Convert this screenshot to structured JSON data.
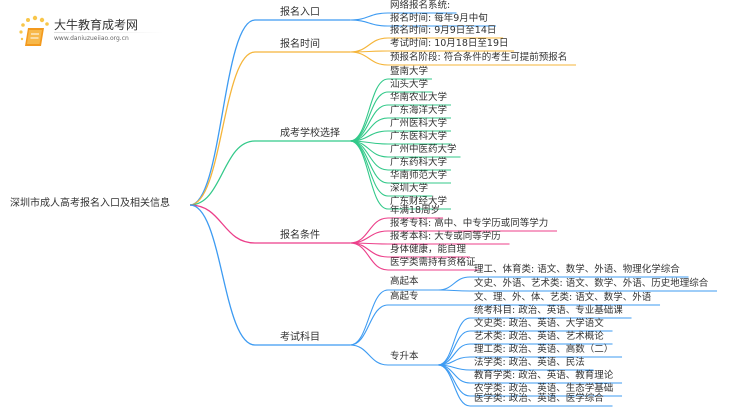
{
  "logo": {
    "title": "大牛教育成考网",
    "url": "www.daniuzueiiao.org.cn",
    "icon": "book-icon",
    "accent": "#f5a623"
  },
  "colors": {
    "blue": "#3d9bf2",
    "orange": "#f5b53a",
    "green": "#33c98a",
    "pink": "#ec3f8a"
  },
  "root": {
    "label": "深圳市成人高考报名入口及相关信息"
  },
  "branches": [
    {
      "label": "报名入口",
      "color": "blue",
      "children": [
        {
          "label": "网络报名系统:"
        },
        {
          "label": "报名时间: 每年9月中旬"
        }
      ]
    },
    {
      "label": "报名时间",
      "color": "orange",
      "children": [
        {
          "label": "报名时间: 9月9日至14日"
        },
        {
          "label": "考试时间: 10月18日至19日"
        },
        {
          "label": "预报名阶段: 符合条件的考生可提前预报名"
        }
      ]
    },
    {
      "label": "成考学校选择",
      "color": "green",
      "children": [
        {
          "label": "暨南大学"
        },
        {
          "label": "汕头大学"
        },
        {
          "label": "华南农业大学"
        },
        {
          "label": "广东海洋大学"
        },
        {
          "label": "广州医科大学"
        },
        {
          "label": "广东医科大学"
        },
        {
          "label": "广州中医药大学"
        },
        {
          "label": "广东药科大学"
        },
        {
          "label": "华南师范大学"
        },
        {
          "label": "深圳大学"
        },
        {
          "label": "广东财经大学"
        }
      ]
    },
    {
      "label": "报名条件",
      "color": "pink",
      "children": [
        {
          "label": "年满18周岁"
        },
        {
          "label": "报考专科: 高中、中专学历或同等学力"
        },
        {
          "label": "报考本科: 大专或同等学历"
        },
        {
          "label": "身体健康，能自理"
        },
        {
          "label": "医学类需持有资格证"
        }
      ]
    },
    {
      "label": "考试科目",
      "color": "blue",
      "children": [
        {
          "label": "高起本",
          "children": [
            {
              "label": "理工、体育类: 语文、数学、外语、物理化学综合"
            },
            {
              "label": "文史、外语、艺术类: 语文、数学、外语、历史地理综合"
            }
          ]
        },
        {
          "label": "高起专",
          "children": [
            {
              "label": "文、理、外、体、艺类: 语文、数学、外语"
            }
          ]
        },
        {
          "label": "专升本",
          "children": [
            {
              "label": "统考科目: 政治、英语、专业基础课"
            },
            {
              "label": "文史类: 政治、英语、大学语文"
            },
            {
              "label": "艺术类: 政治、英语、艺术概论"
            },
            {
              "label": "理工类: 政治、英语、高数（二）"
            },
            {
              "label": "法学类: 政治、英语、民法"
            },
            {
              "label": "教育学类: 政治、英语、教育理论"
            },
            {
              "label": "农学类: 政治、英语、生态学基础"
            },
            {
              "label": "医学类: 政治、英语、医学综合"
            }
          ]
        }
      ]
    }
  ]
}
